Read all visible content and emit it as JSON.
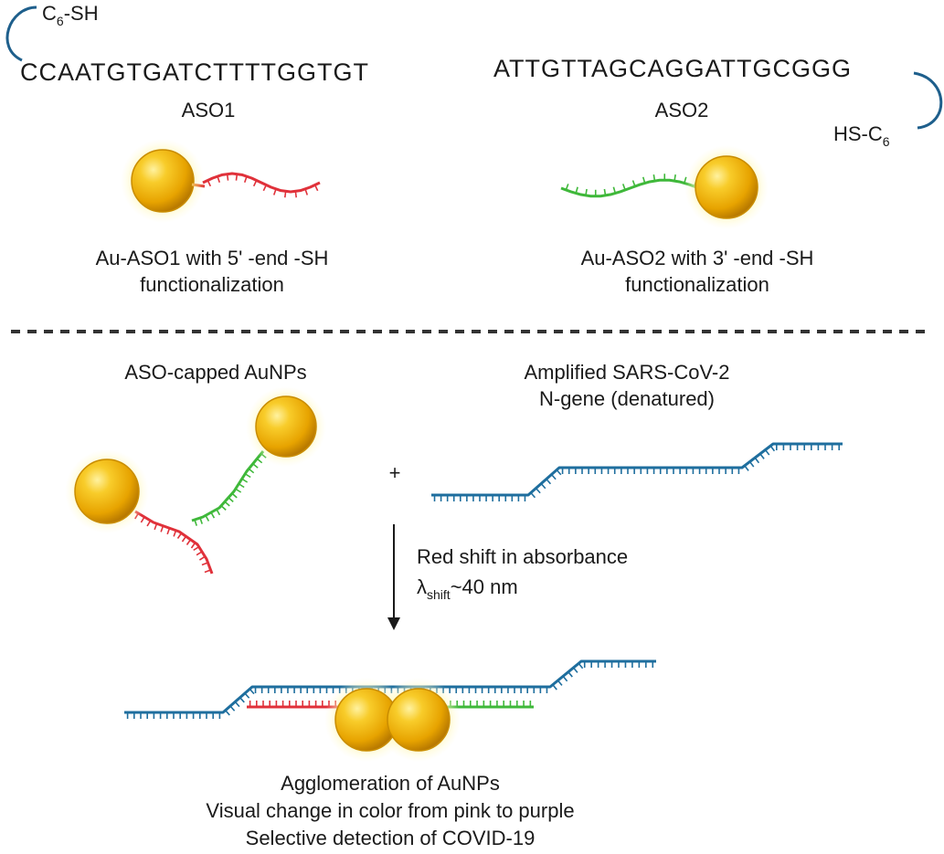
{
  "top": {
    "aso1": {
      "linker": "C",
      "linker_sub": "6",
      "linker_tail": "-SH",
      "sequence": "CCAATGTGATCTTTTGGTGT",
      "name": "ASO1",
      "caption_line1": "Au-ASO1 with 5' -end -SH",
      "caption_line2": "functionalization"
    },
    "aso2": {
      "sequence": "ATTGTTAGCAGGATTGCGGG",
      "name": "ASO2",
      "linker_head": "HS-C",
      "linker_sub": "6",
      "caption_line1": "Au-ASO2 with 3' -end -SH",
      "caption_line2": "functionalization"
    }
  },
  "bottom": {
    "capped_label": "ASO-capped AuNPs",
    "target_line1": "Amplified SARS-CoV-2",
    "target_line2": "N-gene (denatured)",
    "plus": "+",
    "shift_line1": "Red shift in absorbance",
    "lambda": "λ",
    "lambda_sub": "shift",
    "shift_value": "~40 nm",
    "result_line1": "Agglomeration of AuNPs",
    "result_line2": "Visual change in color from pink to purple",
    "result_line3": "Selective detection of COVID-19"
  },
  "colors": {
    "aso1_strand": "#e0313a",
    "aso2_strand": "#3fb83a",
    "target_strand": "#1e6e9e",
    "gold": "#f2b400",
    "linker": "#1e5f8c"
  }
}
